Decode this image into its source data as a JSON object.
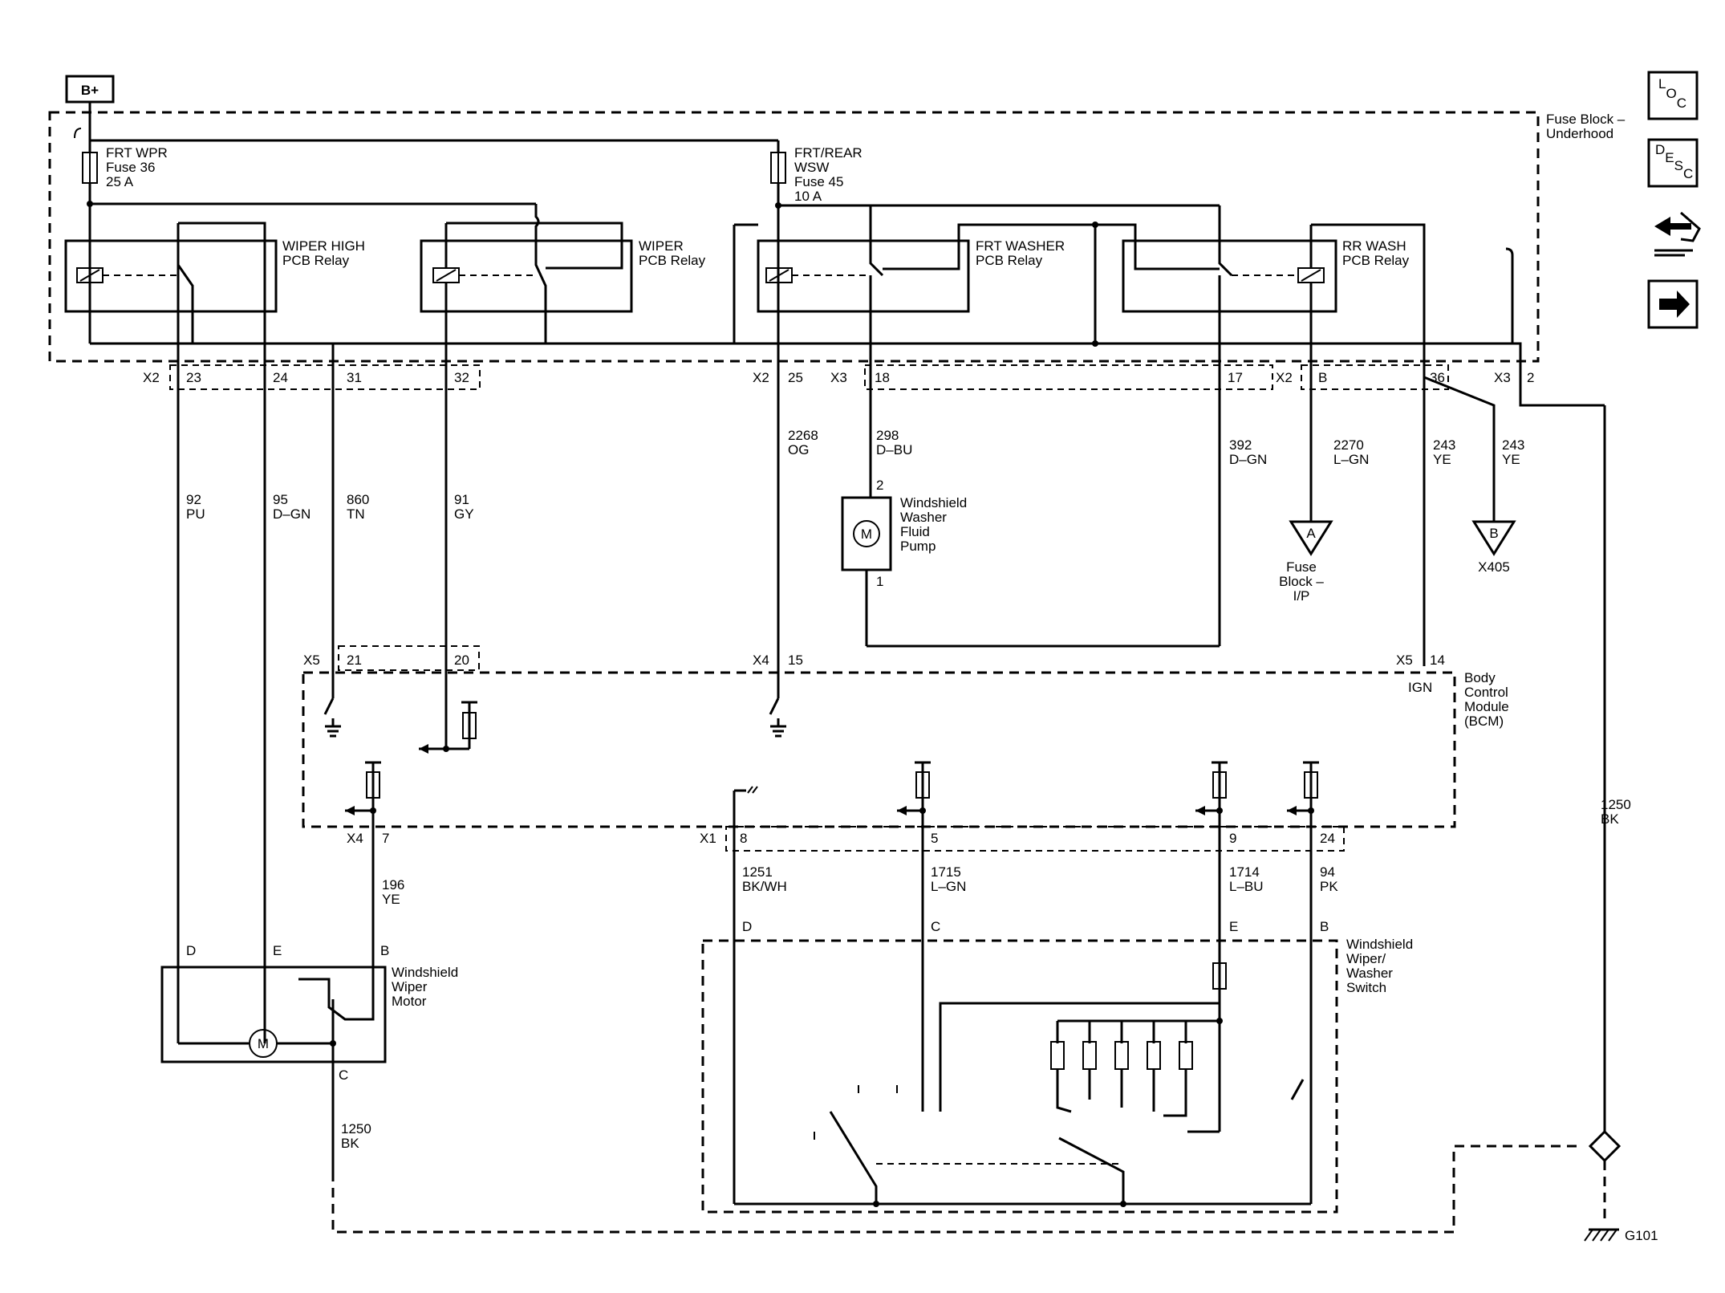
{
  "power": {
    "bplus": "B+"
  },
  "fuse_block": {
    "title_line1": "Fuse Block –",
    "title_line2": "Underhood",
    "fuse36": {
      "l1": "FRT WPR",
      "l2": "Fuse 36",
      "l3": "25 A"
    },
    "fuse45": {
      "l1": "FRT/REAR",
      "l2": "WSW",
      "l3": "Fuse 45",
      "l4": "10 A"
    },
    "relays": [
      {
        "l1": "WIPER HIGH",
        "l2": "PCB Relay"
      },
      {
        "l1": "WIPER",
        "l2": "PCB Relay"
      },
      {
        "l1": "FRT WASHER",
        "l2": "PCB Relay"
      },
      {
        "l1": "RR WASH",
        "l2": "PCB Relay"
      }
    ]
  },
  "connectors_top": {
    "x2a": "X2",
    "p23": "23",
    "p24": "24",
    "p31": "31",
    "p32": "32",
    "x2b": "X2",
    "p25": "25",
    "x3a": "X3",
    "p18": "18",
    "p17": "17",
    "x2c": "X2",
    "pB": "B",
    "p36": "36",
    "x3b": "X3",
    "p2": "2"
  },
  "wires": {
    "w92": {
      "num": "92",
      "color": "PU"
    },
    "w95": {
      "num": "95",
      "color": "D–GN"
    },
    "w860": {
      "num": "860",
      "color": "TN"
    },
    "w91": {
      "num": "91",
      "color": "GY"
    },
    "w2268": {
      "num": "2268",
      "color": "OG"
    },
    "w298": {
      "num": "298",
      "color": "D–BU"
    },
    "w392": {
      "num": "392",
      "color": "D–GN"
    },
    "w2270": {
      "num": "2270",
      "color": "L–GN"
    },
    "w243a": {
      "num": "243",
      "color": "YE"
    },
    "w243b": {
      "num": "243",
      "color": "YE"
    },
    "w1250a": {
      "num": "1250",
      "color": "BK"
    },
    "w196": {
      "num": "196",
      "color": "YE"
    },
    "w1251": {
      "num": "1251",
      "color": "BK/WH"
    },
    "w1715": {
      "num": "1715",
      "color": "L–GN"
    },
    "w1714": {
      "num": "1714",
      "color": "L–BU"
    },
    "w94": {
      "num": "94",
      "color": "PK"
    },
    "w1250b": {
      "num": "1250",
      "color": "BK"
    }
  },
  "pump": {
    "l1": "Windshield",
    "l2": "Washer",
    "l3": "Fluid",
    "l4": "Pump",
    "pin_top": "2",
    "pin_bottom": "1",
    "motor": "M"
  },
  "offpage": {
    "A": {
      "letter": "A",
      "l1": "Fuse",
      "l2": "Block –",
      "l3": "I/P"
    },
    "B": {
      "letter": "B",
      "l1": "X405"
    }
  },
  "bcm": {
    "l1": "Body",
    "l2": "Control",
    "l3": "Module",
    "l4": "(BCM)",
    "x5a": "X5",
    "p21": "21",
    "p20": "20",
    "x4a": "X4",
    "p15": "15",
    "x5b": "X5",
    "p14": "14",
    "ign": "IGN",
    "x4b": "X4",
    "p7": "7",
    "x1": "X1",
    "p8": "8",
    "p5": "5",
    "p9": "9",
    "p24": "24"
  },
  "wiper_motor": {
    "l1": "Windshield",
    "l2": "Wiper",
    "l3": "Motor",
    "pD": "D",
    "pE": "E",
    "pB": "B",
    "pC": "C",
    "motor": "M"
  },
  "switch": {
    "l1": "Windshield",
    "l2": "Wiper/",
    "l3": "Washer",
    "l4": "Switch",
    "pD": "D",
    "pC": "C",
    "pE": "E",
    "pB": "B"
  },
  "ground": {
    "label": "G101"
  },
  "nav": {
    "loc": "LOC",
    "desc": "DESC"
  }
}
